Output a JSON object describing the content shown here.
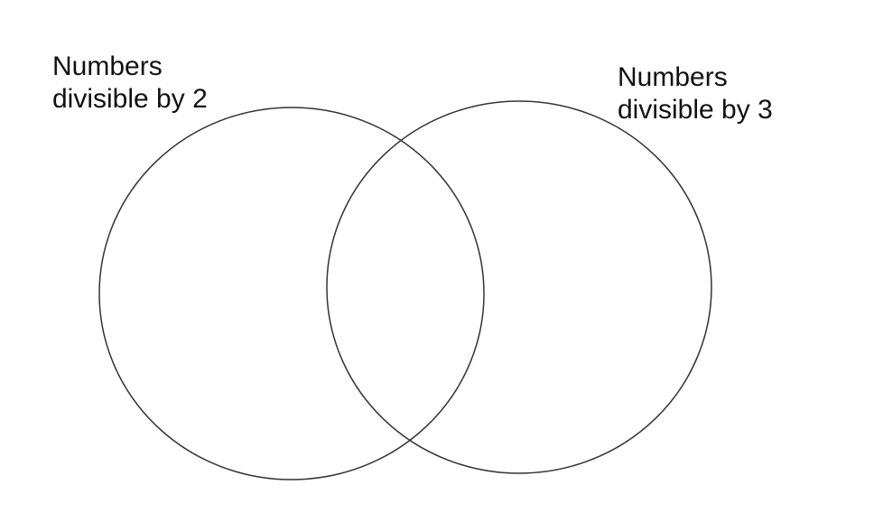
{
  "sets": [
    {
      "label_line1": "Numbers",
      "label_line2": "divisible by 2"
    },
    {
      "label_line1": "Numbers",
      "label_line2": "divisible by 3"
    }
  ],
  "stroke_color": "#333333"
}
